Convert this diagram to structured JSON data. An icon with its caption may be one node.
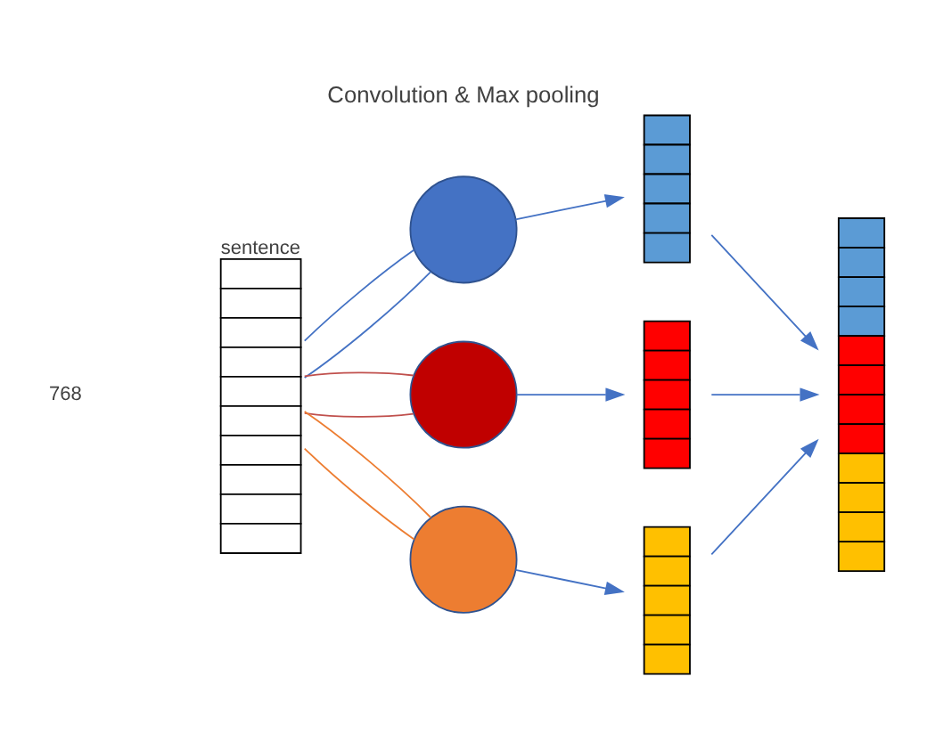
{
  "diagram": {
    "title": "Convolution & Max pooling",
    "nodes": [
      {
        "text": [
          "sentence"
        ]
      },
      {
        "text": [],
        "shape": "circle"
      },
      {
        "text": [],
        "shape": "circle"
      },
      {
        "text": [],
        "shape": "circle"
      },
      {
        "text": [],
        "shape": "box"
      },
      {
        "text": [],
        "shape": "box"
      },
      {
        "text": [],
        "shape": "box"
      },
      {
        "text": [],
        "shape": "box"
      }
    ],
    "edges": [
      {
        "from": 0,
        "to": 1,
        "arrow": "none"
      },
      {
        "from": 0,
        "to": 1,
        "arrow": "none"
      },
      {
        "from": 0,
        "to": 2,
        "arrow": "none",
        "color": "#c0504d"
      },
      {
        "from": 0,
        "to": 2,
        "arrow": "none",
        "color": "#c0504d"
      },
      {
        "from": 0,
        "to": 3,
        "arrow": "none",
        "color": "#ed7d31"
      },
      {
        "from": 0,
        "to": 3,
        "arrow": "none",
        "color": "#ed7d31"
      },
      {
        "from": 1,
        "to": 4,
        "arrow": "to"
      },
      {
        "from": 2,
        "to": 5,
        "arrow": "to"
      },
      {
        "from": 3,
        "to": 6,
        "arrow": "to"
      },
      {
        "from": 4,
        "to": 7,
        "arrow": "to"
      },
      {
        "from": 5,
        "to": 7,
        "arrow": "to"
      },
      {
        "from": 6,
        "to": 7,
        "arrow": "to"
      }
    ],
    "labels": [
      "768"
    ]
  }
}
